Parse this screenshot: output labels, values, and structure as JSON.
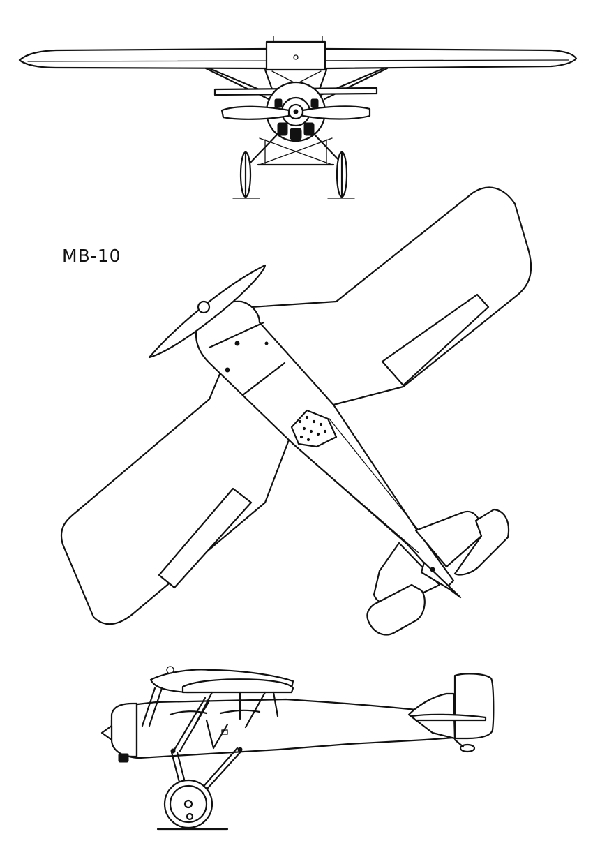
{
  "drawing": {
    "label": "MB-10",
    "ink_color": "#111111",
    "paper_color": "#ffffff",
    "views": [
      {
        "view": "front",
        "name": "front-view"
      },
      {
        "view": "plan",
        "name": "plan-view"
      },
      {
        "view": "side",
        "name": "side-view"
      }
    ]
  }
}
